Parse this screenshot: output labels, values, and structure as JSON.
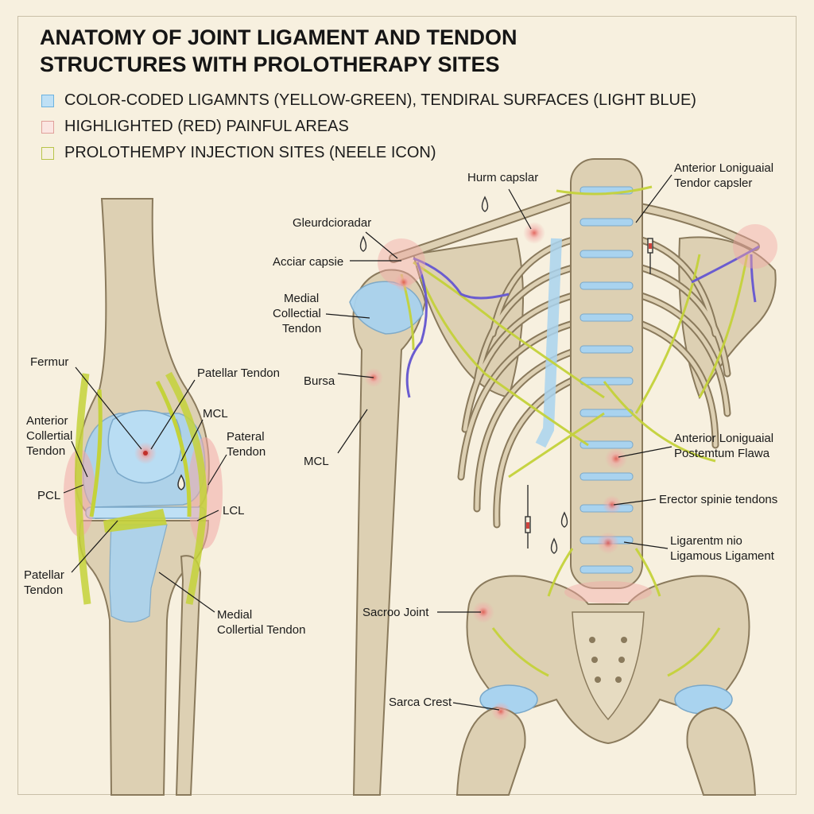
{
  "title": {
    "line1": "ANATOMY OF JOINT LIGAMENT AND TENDON",
    "line2": "STRUCTURES WITH PROLOTHERAPY SITES"
  },
  "legend": [
    {
      "text": "COLOR-CODED LIGAMNTS (YELLOW-GREEN), TENDIRAL SURFACES (LIGHT BLUE)",
      "color": "#6cb3e0",
      "fill": "#bfe0f5"
    },
    {
      "text": "HIGHLIGHTED (RED) PAINFUL AREAS",
      "color": "#e0a09a",
      "fill": "#fbe6e2"
    },
    {
      "text": "PROLOTHEMPY INJECTION SITES (NEELE ICON)",
      "color": "#b8c44a",
      "fill": "#f7f0df"
    }
  ],
  "colors": {
    "background": "#f7f0df",
    "bone": "#ddd0b3",
    "bone_outline": "#8a7a5c",
    "ligament": "#c4d23a",
    "tendon_surface": "#a9d3ef",
    "painful_area": "#f2a9a6",
    "nerve": "#6a5cd0"
  },
  "knee_labels": {
    "femur": "Fermur",
    "patellar_tendon_top": "Patellar Tendon",
    "mcl": "MCL",
    "anterior_collertial_line1": "Anterior",
    "anterior_collertial_line2": "Collertial",
    "anterior_collertial_line3": "Tendon",
    "pateral_line1": "Pateral",
    "pateral_line2": "Tendon",
    "pcl": "PCL",
    "lcl": "LCL",
    "patellar_bottom_line1": "Patellar",
    "patellar_bottom_line2": "Tendon",
    "medial_bottom_line1": "Medial",
    "medial_bottom_line2": "Collertial Tendon"
  },
  "torso_labels": {
    "hurm_capsular": "Hurm capslar",
    "anterior_top_line1": "Anterior Loniguaial",
    "anterior_top_line2": "Tendor capsler",
    "gleurd": "Gleurdcioradar",
    "acciar": "Acciar capsie",
    "medial_line1": "Medial",
    "medial_line2": "Collectial",
    "medial_line3": "Tendon",
    "bursa": "Bursa",
    "mcl": "MCL",
    "anterior_mid_line1": "Anterior Loniguaial",
    "anterior_mid_line2": "Postemtum Flawa",
    "erector": "Erector spinie tendons",
    "ligarentm_line1": "Ligarentm nio",
    "ligarentm_line2": "Ligamous Ligament",
    "sacroo": "Sacroo Joint",
    "sarca": "Sarca Crest"
  }
}
